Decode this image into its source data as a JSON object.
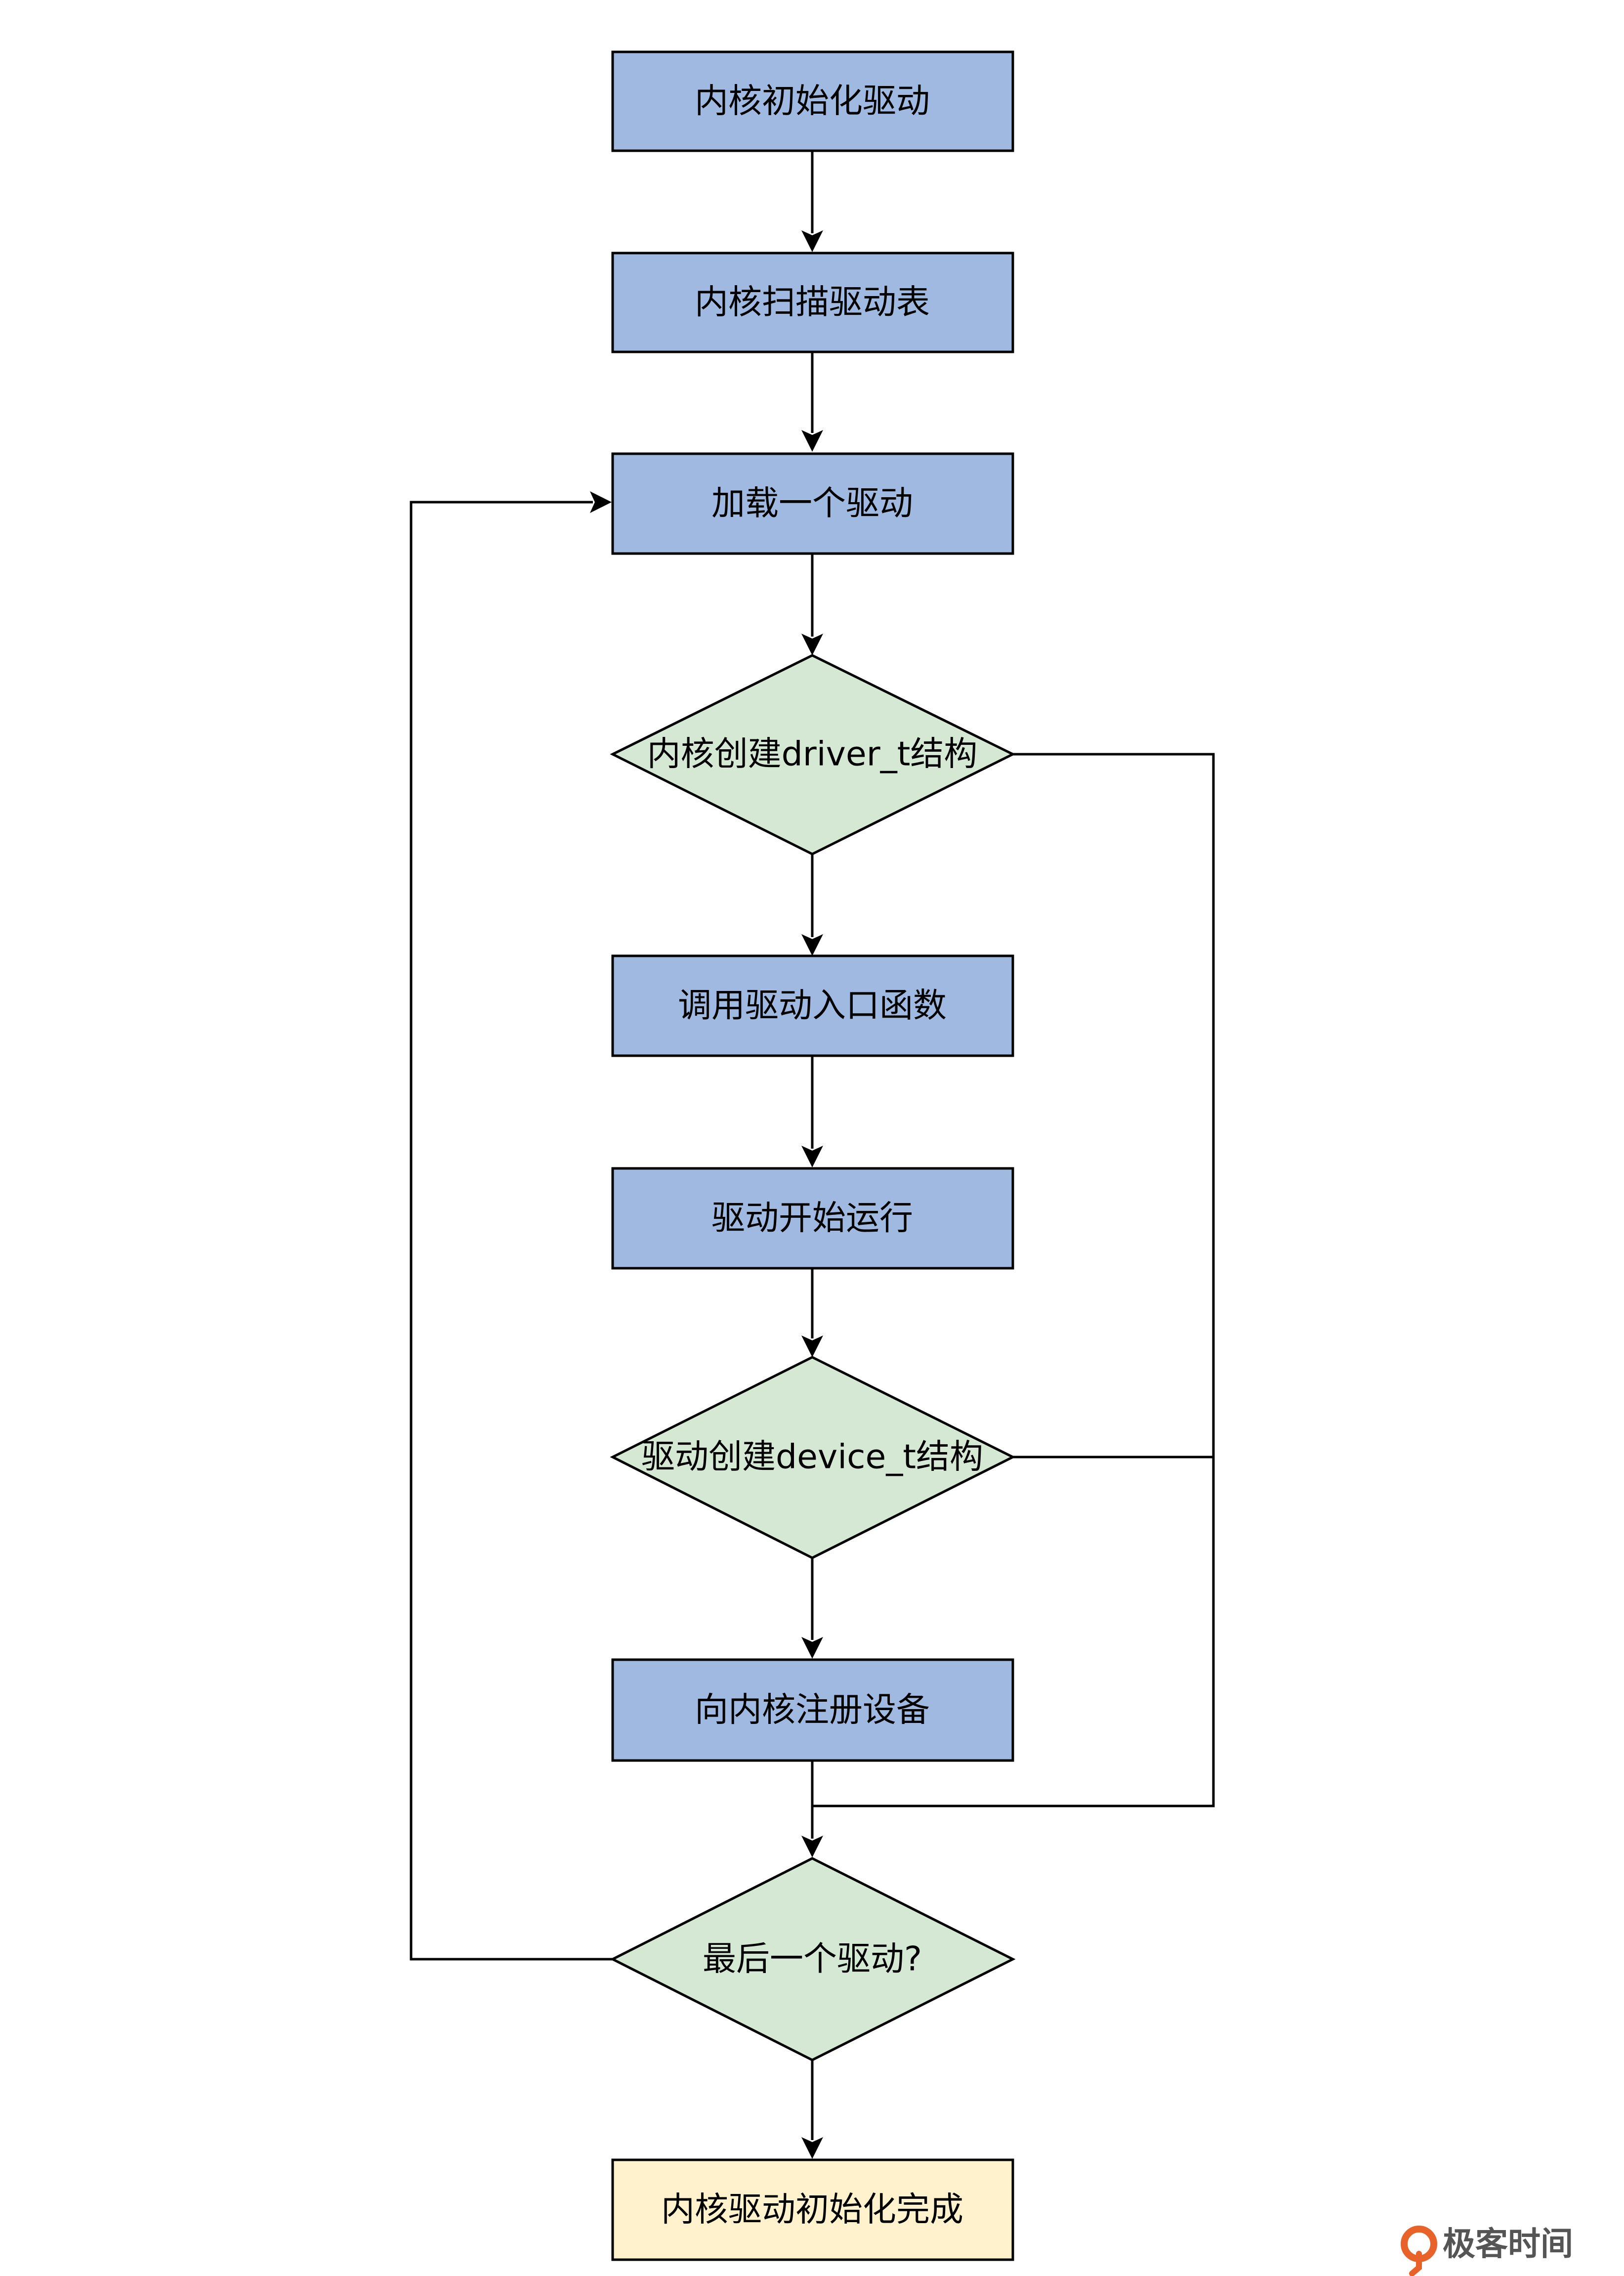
{
  "colors": {
    "process_fill": "#A0B9E0",
    "decision_fill": "#D5E8D4",
    "end_fill": "#FFF2CC",
    "stroke": "#000000",
    "watermark_icon": "#E8632A"
  },
  "nodes": {
    "init_driver": "内核初始化驱动",
    "scan_table": "内核扫描驱动表",
    "load_driver": "加载一个驱动",
    "create_driver_t": "内核创建driver_t结构",
    "call_entry": "调用驱动入口函数",
    "driver_run": "驱动开始运行",
    "create_device_t": "驱动创建device_t结构",
    "register_device": "向内核注册设备",
    "last_driver": "最后一个驱动?",
    "init_done": "内核驱动初始化完成"
  },
  "watermark": {
    "icon": "geekbang-logo-icon",
    "text": "极客时间"
  }
}
